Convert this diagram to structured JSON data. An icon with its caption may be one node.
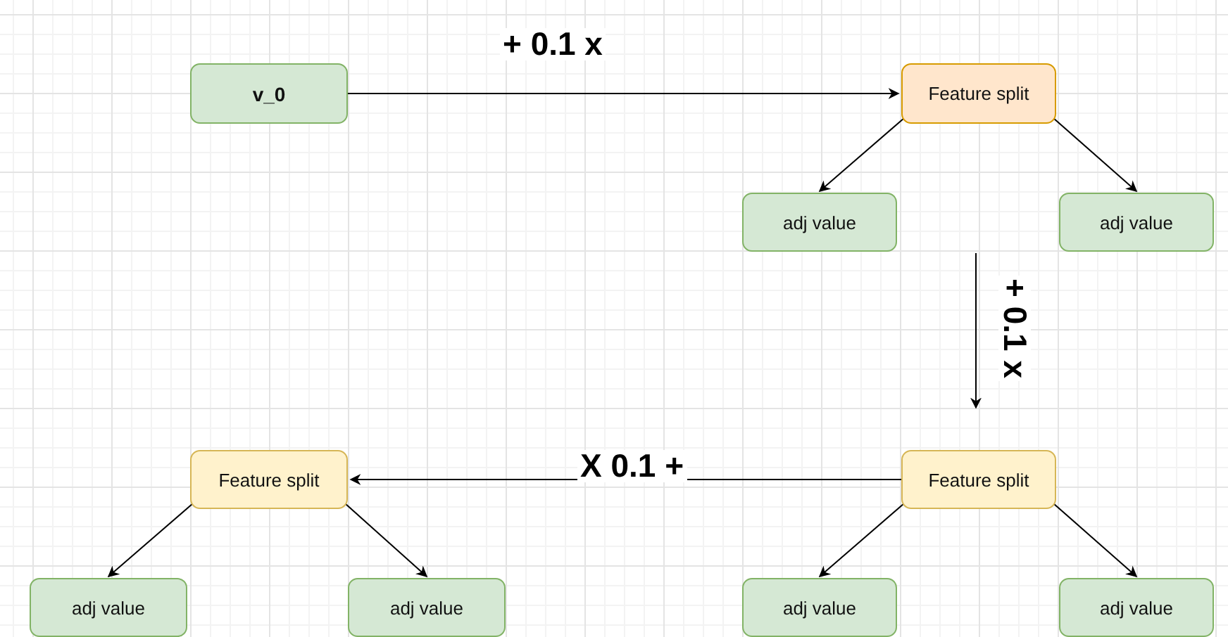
{
  "diagram": {
    "nodes": [
      {
        "text": [
          "v_0"
        ]
      },
      {
        "text": [
          "Feature split"
        ]
      },
      {
        "text": [
          "adj value"
        ]
      },
      {
        "text": [
          "adj value"
        ]
      },
      {
        "text": [
          "Feature split"
        ]
      },
      {
        "text": [
          "adj value"
        ]
      },
      {
        "text": [
          "adj value"
        ]
      },
      {
        "text": [
          "Feature split"
        ]
      },
      {
        "text": [
          "adj value"
        ]
      },
      {
        "text": [
          "adj value"
        ]
      }
    ],
    "edges": [
      {
        "from": 0,
        "to": 1,
        "arrow": "to",
        "label": "+ 0.1 x"
      },
      {
        "from": 1,
        "to": 2,
        "arrow": "to"
      },
      {
        "from": 1,
        "to": 3,
        "arrow": "to"
      },
      {
        "from": null,
        "to": 4,
        "arrow": "to",
        "label": "+ 0.1 x"
      },
      {
        "from": 4,
        "to": 5,
        "arrow": "to"
      },
      {
        "from": 4,
        "to": 6,
        "arrow": "to"
      },
      {
        "from": 4,
        "to": 7,
        "arrow": "to",
        "label": "X 0.1 +"
      },
      {
        "from": 7,
        "to": 8,
        "arrow": "to"
      },
      {
        "from": 7,
        "to": 9,
        "arrow": "to"
      }
    ]
  }
}
